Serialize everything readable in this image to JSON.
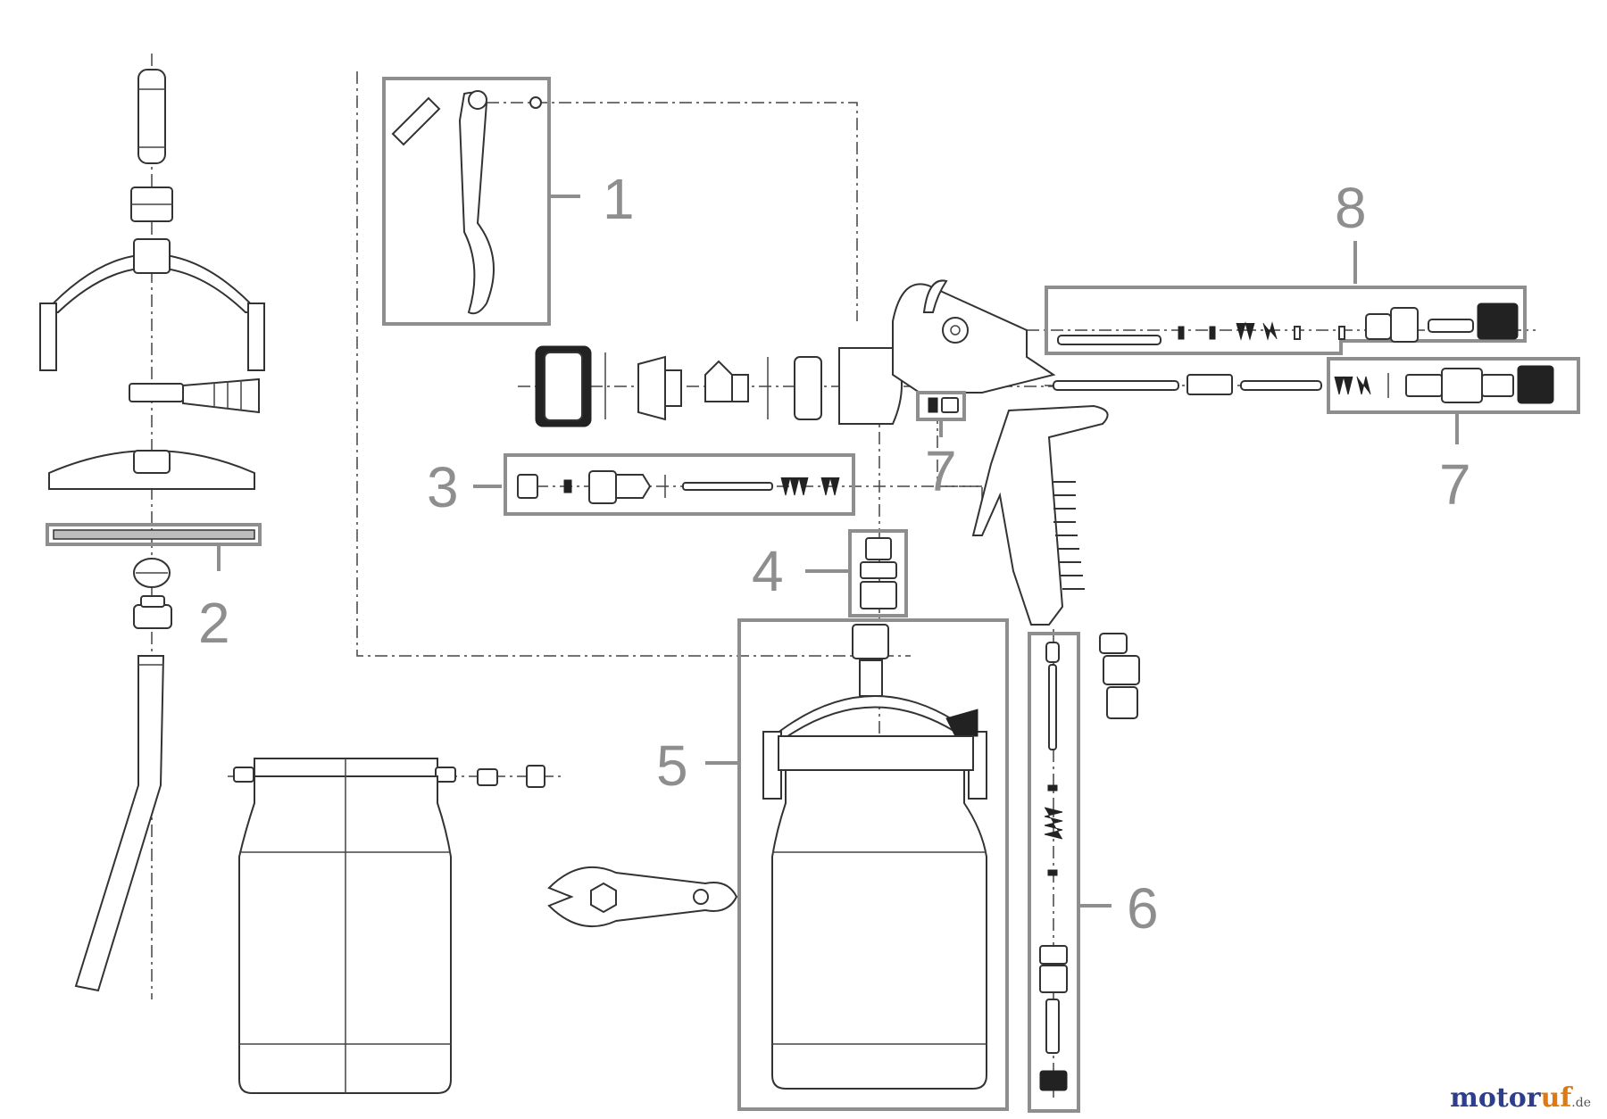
{
  "callouts": {
    "c1": "1",
    "c2": "2",
    "c3": "3",
    "c4": "4",
    "c5": "5",
    "c6": "6",
    "c7a": "7",
    "c7b": "7",
    "c8": "8"
  },
  "watermark": {
    "brand_main": "motor",
    "brand_accent": "uf",
    "brand_tld": ".de"
  }
}
